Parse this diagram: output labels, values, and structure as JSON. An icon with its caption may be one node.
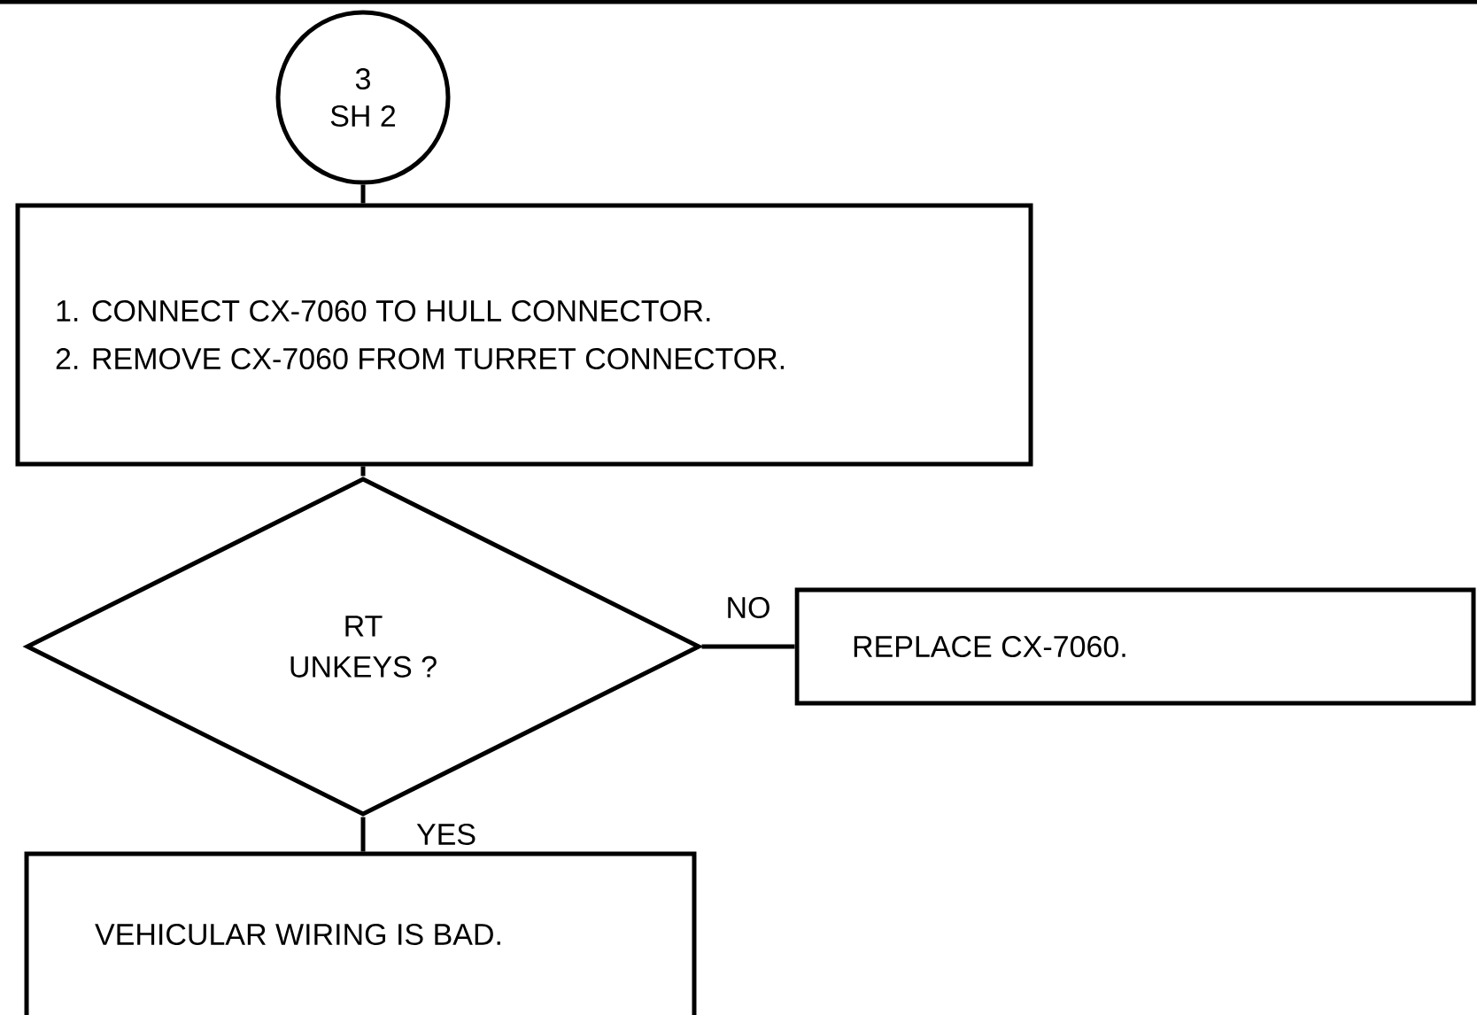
{
  "diagram": {
    "nodes": [
      {
        "text": [
          "3",
          "SH 2"
        ]
      },
      {
        "text": [
          "1. CONNECT CX-7060 TO HULL CONNECTOR.",
          "2. REMOVE CX-7060 FROM TURRET CONNECTOR."
        ]
      },
      {
        "text": [
          "RT UNKEYS ?"
        ]
      },
      {
        "text": [
          "REPLACE CX-7060."
        ]
      },
      {
        "text": [
          "VEHICULAR WIRING IS BAD."
        ]
      }
    ],
    "edges": [
      {
        "from": 0,
        "to": 1,
        "arrow": "none"
      },
      {
        "from": 1,
        "to": 2,
        "arrow": "none"
      },
      {
        "from": 2,
        "to": 3,
        "arrow": "none",
        "label": "NO"
      },
      {
        "from": 2,
        "to": 4,
        "arrow": "none",
        "label": "YES"
      }
    ]
  }
}
